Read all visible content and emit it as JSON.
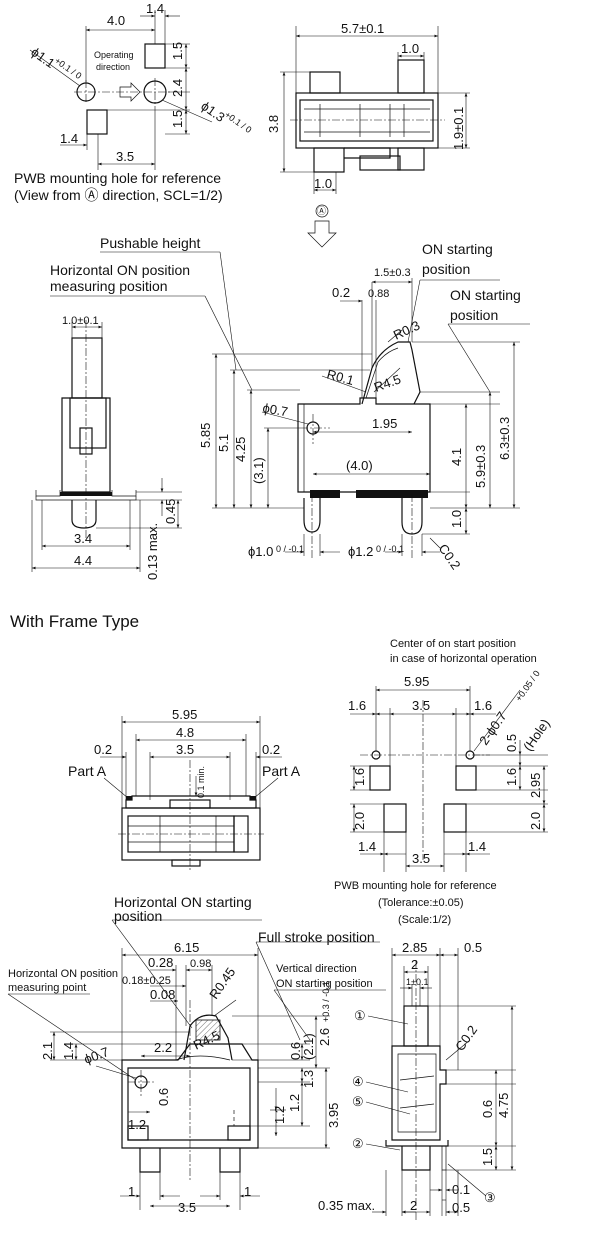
{
  "top_left": {
    "dims": [
      "4.0",
      "1.4",
      "1.5",
      "2.4",
      "1.5",
      "1.4",
      "3.5"
    ],
    "hole_left_dia": "ϕ1.1",
    "hole_left_tol": "+0.1 / 0",
    "hole_right_dia": "ϕ1.3",
    "hole_right_tol": "+0.1 / 0",
    "operating_direction": [
      "Operating",
      "direction"
    ],
    "caption": [
      "PWB mounting hole for reference",
      "(View from Ⓐ direction, SCL=1/2)"
    ]
  },
  "top_right": {
    "dims": [
      "5.7±0.1",
      "1.0",
      "3.8",
      "1.9±0.1",
      "1.0"
    ],
    "view_marker": "Ⓐ"
  },
  "side_view": {
    "label_pushable": "Pushable height",
    "label_horizontal": [
      "Horizontal ON position",
      "measuring position"
    ],
    "label_on1": [
      "ON starting",
      "position"
    ],
    "label_on2": [
      "ON starting",
      "position"
    ],
    "dims": [
      "1.5±0.3",
      "0.2",
      "0.88",
      "R0.3",
      "R0.1",
      "R4.5",
      "ϕ0.7",
      "1.95",
      "5.85",
      "5.1",
      "4.25",
      "(3.1)",
      "(4.0)",
      "4.1",
      "5.9±0.3",
      "6.3±0.3",
      "1.0",
      "C0.2"
    ],
    "pin_left": "ϕ1.0",
    "pin_left_tol": "0 / -0.1",
    "pin_right": "ϕ1.2",
    "pin_right_tol": "0 / -0.1"
  },
  "end_view": {
    "dims": [
      "1.0±0.1",
      "0.45",
      "0.13 max.",
      "3.4",
      "4.4"
    ]
  },
  "frame_title": "With Frame Type",
  "frame_top": {
    "dims": [
      "5.95",
      "4.8",
      "3.5",
      "0.2",
      "0.2",
      "0.1 min."
    ],
    "part_a_left": "Part A",
    "part_a_right": "Part A"
  },
  "frame_pwb": {
    "center_note": [
      "Center of on start position",
      "in case of horizontal operation"
    ],
    "dims": [
      "5.95",
      "1.6",
      "3.5",
      "1.6",
      "2-ϕ0.7",
      "(Hole)",
      "0.5",
      "1.6",
      "1.6",
      "2.95",
      "2.0",
      "2.0",
      "1.4",
      "3.5",
      "1.4"
    ],
    "hole_tol": "+0.05 / 0",
    "caption": [
      "PWB mounting hole for reference",
      "(Tolerance:±0.05)",
      "(Scale:1/2)"
    ]
  },
  "frame_side": {
    "label_horizontal_start": [
      "Horizontal ON starting",
      "position"
    ],
    "label_full_stroke": "Full stroke position",
    "label_measuring_point": [
      "Horizontal ON position",
      "measuring point"
    ],
    "label_vertical_start": [
      "Vertical direction",
      "ON starting position"
    ],
    "dims": [
      "6.15",
      "0.28",
      "0.98",
      "0.18±0.25",
      "0.08",
      "R0.45",
      "2.1",
      "1.4",
      "ϕ0.7",
      "2.2",
      "R4.5",
      "0.6",
      "0.6",
      "(2.1)",
      "2.6",
      "1.3",
      "1.2",
      "1.2",
      "3.95",
      "1.2",
      "1",
      "3.5",
      "1"
    ],
    "dim_26_tol": "+0.3 / -0.1"
  },
  "frame_end": {
    "dims": [
      "2.85",
      "0.5",
      "2",
      "1±0.1",
      "C0.2",
      "0.6",
      "4.75",
      "1.5",
      "0.35 max.",
      "2",
      "0.1",
      "0.5"
    ],
    "callouts": [
      "①",
      "④",
      "⑤",
      "②",
      "③"
    ]
  }
}
